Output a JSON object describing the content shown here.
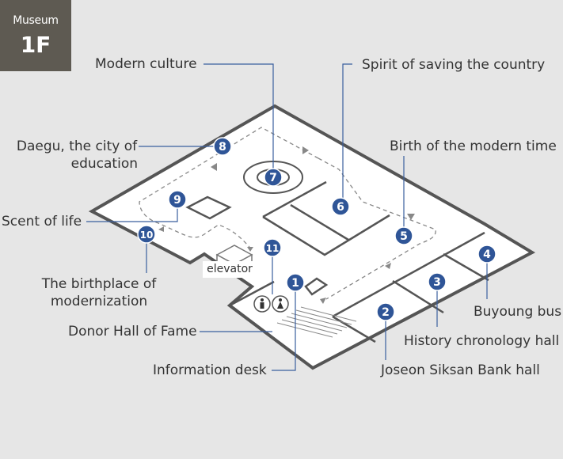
{
  "floor_badge": {
    "label": "Museum",
    "floor": "1F"
  },
  "elevator_label": "elevator",
  "markers": [
    {
      "num": "1",
      "name": "Information desk"
    },
    {
      "num": "2",
      "name": "Joseon Siksan Bank hall"
    },
    {
      "num": "3",
      "name": "History chronology hall"
    },
    {
      "num": "4",
      "name": "Buyoung bus"
    },
    {
      "num": "5",
      "name": "Birth of the modern time"
    },
    {
      "num": "6",
      "name": "Spirit of saving the country"
    },
    {
      "num": "7",
      "name": "Modern culture"
    },
    {
      "num": "8",
      "name_line1": "Daegu, the city of",
      "name_line2": "education"
    },
    {
      "num": "9",
      "name": "Scent of life"
    },
    {
      "num": "10",
      "name_line1": "The birthplace of",
      "name_line2": "modernization"
    },
    {
      "num": "11",
      "name": "Donor Hall of Fame"
    }
  ],
  "colors": {
    "background": "#e6e6e6",
    "floor_fill": "#ffffff",
    "outline": "#555555",
    "marker": "#2f5597",
    "leader_line": "#3a5f9e",
    "badge": "#5e5a52"
  },
  "icons": [
    "restroom-male-icon",
    "restroom-female-icon",
    "stairs-icon",
    "elevator-icon",
    "route-arrow-icon"
  ]
}
